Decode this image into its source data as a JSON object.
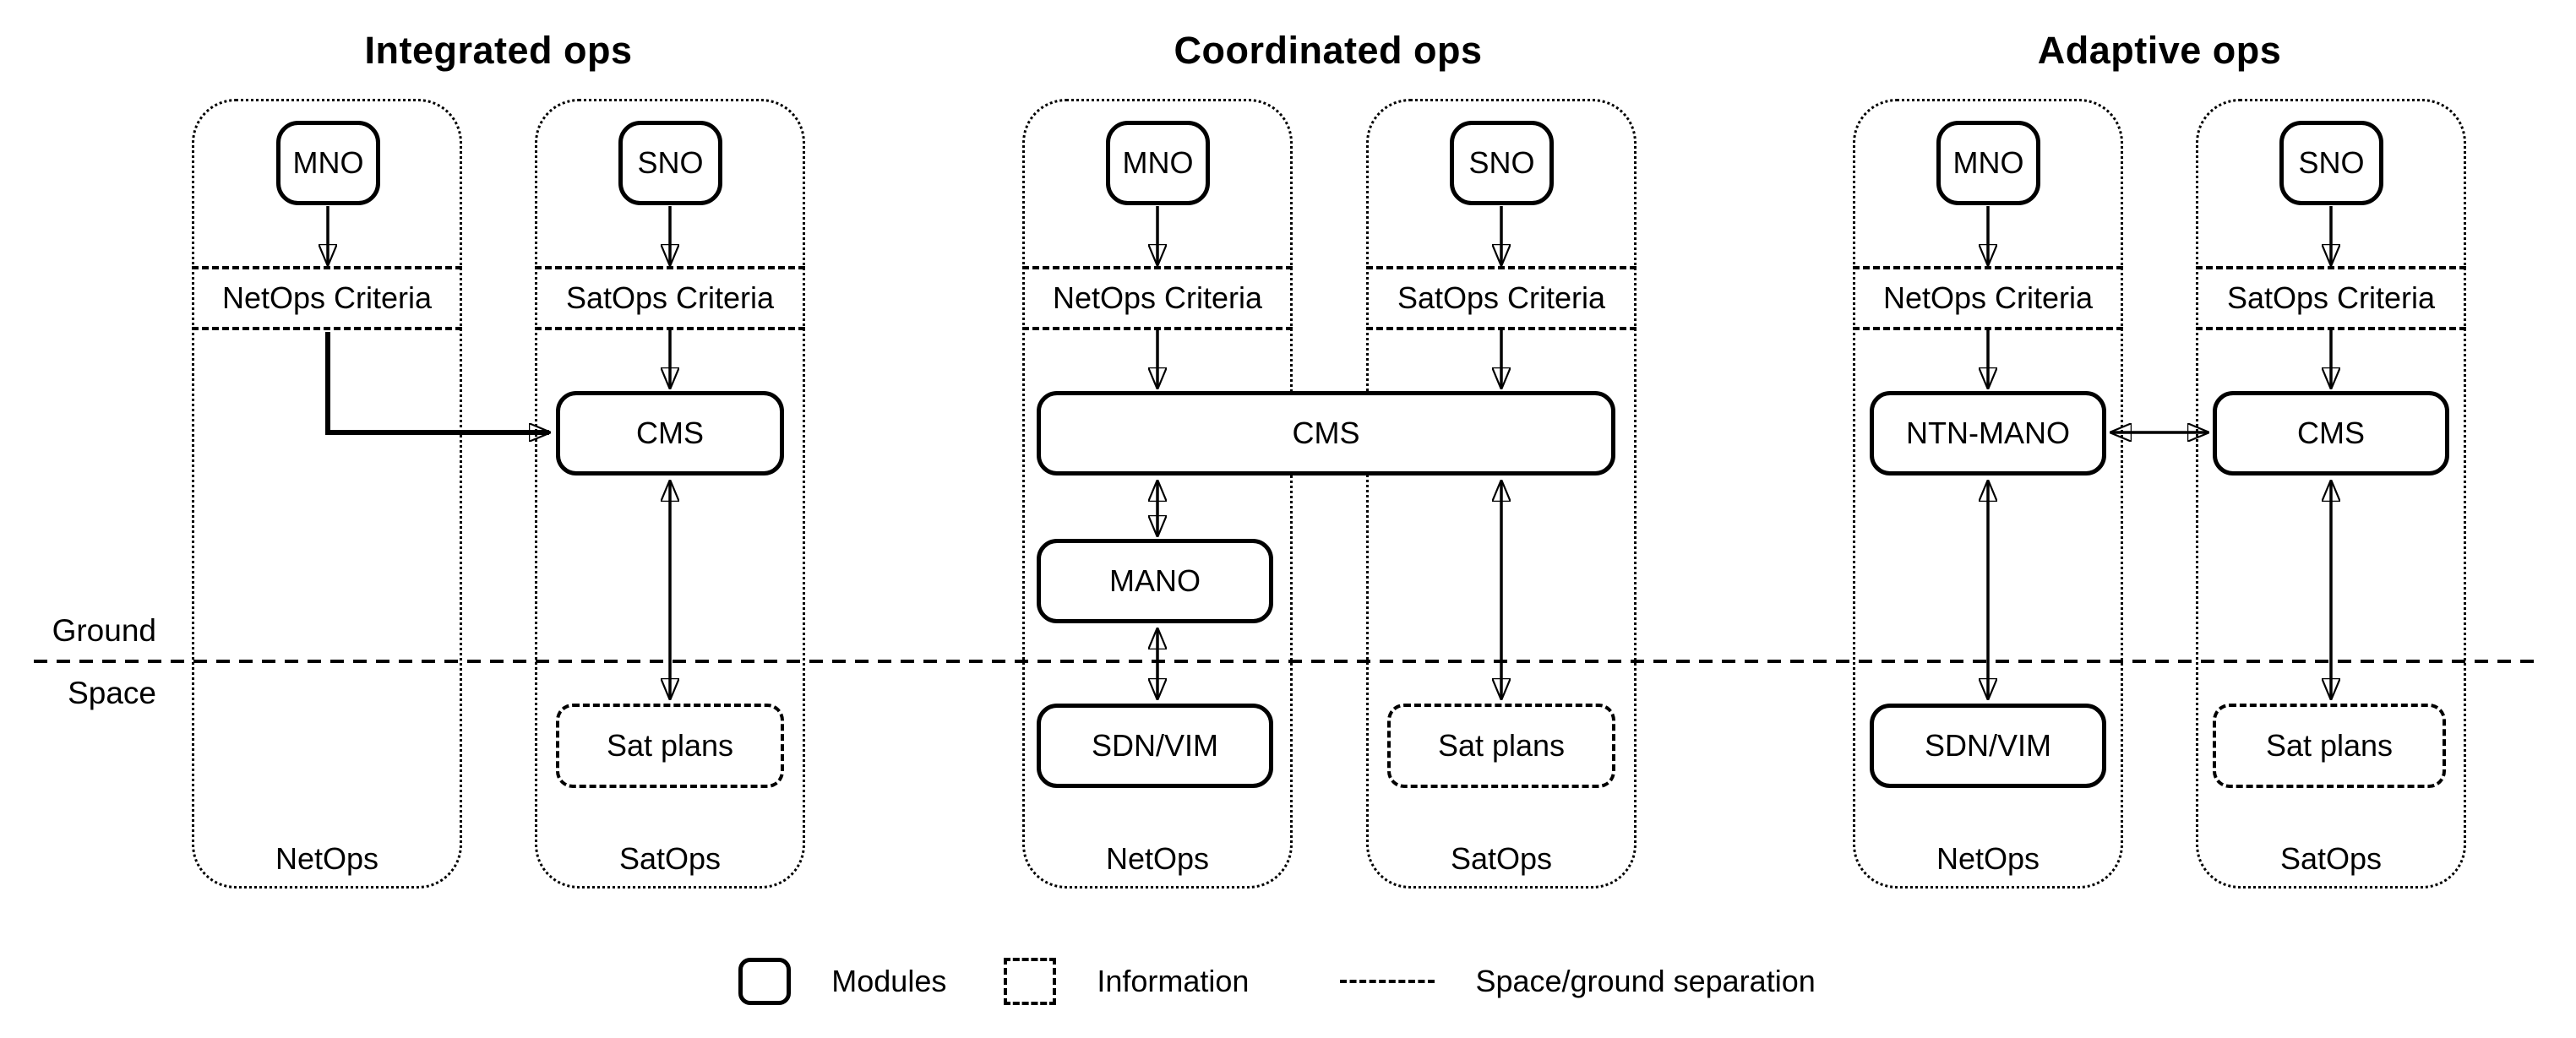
{
  "sections": [
    {
      "title": "Integrated ops",
      "netops": {
        "operator": "MNO",
        "criteria": "NetOps Criteria",
        "footer": "NetOps"
      },
      "satops": {
        "operator": "SNO",
        "criteria": "SatOps Criteria",
        "cms": "CMS",
        "sat_plans": "Sat plans",
        "footer": "SatOps"
      }
    },
    {
      "title": "Coordinated ops",
      "cms": "CMS",
      "netops": {
        "operator": "MNO",
        "criteria": "NetOps Criteria",
        "mano": "MANO",
        "sdn_vim": "SDN/VIM",
        "footer": "NetOps"
      },
      "satops": {
        "operator": "SNO",
        "criteria": "SatOps Criteria",
        "sat_plans": "Sat plans",
        "footer": "SatOps"
      }
    },
    {
      "title": "Adaptive ops",
      "netops": {
        "operator": "MNO",
        "criteria": "NetOps Criteria",
        "ntn_mano": "NTN-MANO",
        "sdn_vim": "SDN/VIM",
        "footer": "NetOps"
      },
      "satops": {
        "operator": "SNO",
        "criteria": "SatOps Criteria",
        "cms": "CMS",
        "sat_plans": "Sat plans",
        "footer": "SatOps"
      }
    }
  ],
  "separator": {
    "ground": "Ground",
    "space": "Space"
  },
  "legend": {
    "modules": "Modules",
    "information": "Information",
    "separation": "Space/ground separation"
  },
  "colors": {
    "ink": "#000000",
    "background": "#ffffff"
  }
}
